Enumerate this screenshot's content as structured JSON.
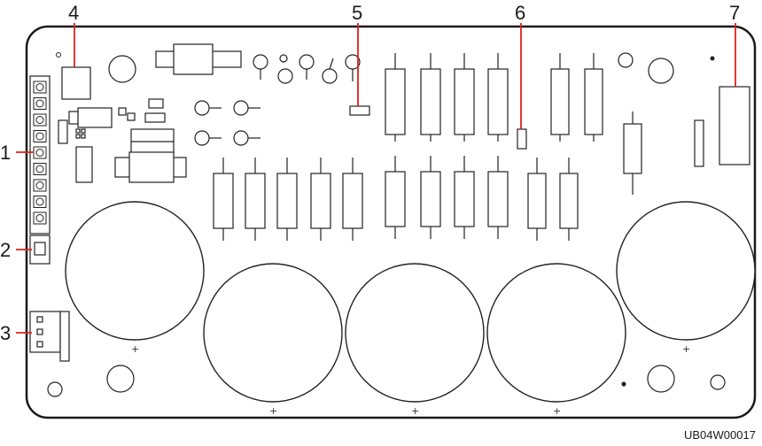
{
  "figure": {
    "code": "UB04W00017",
    "callouts": [
      {
        "id": "1",
        "text": "1"
      },
      {
        "id": "2",
        "text": "2"
      },
      {
        "id": "3",
        "text": "3"
      },
      {
        "id": "4",
        "text": "4"
      },
      {
        "id": "5",
        "text": "5"
      },
      {
        "id": "6",
        "text": "6"
      },
      {
        "id": "7",
        "text": "7"
      }
    ],
    "polarity_mark": "+",
    "colors": {
      "board_outline": "#1a1a1a",
      "component_outline": "#222222",
      "leader_line": "#e0201b",
      "text": "#1a1a1a"
    }
  }
}
